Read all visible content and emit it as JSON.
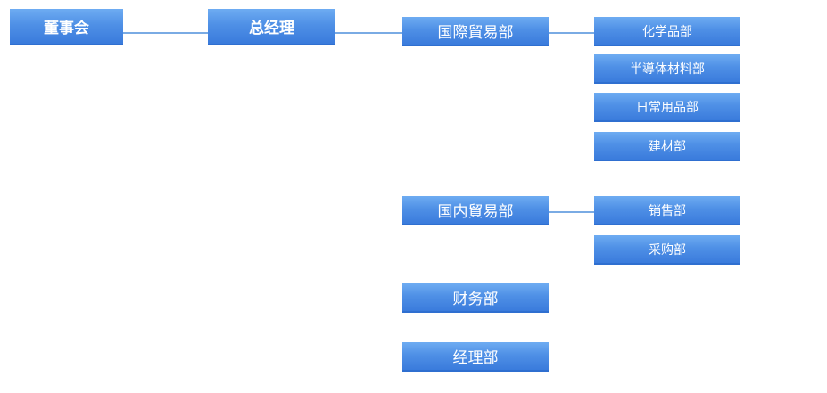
{
  "org_chart": {
    "board": "董事会",
    "general_manager": "总经理",
    "departments": [
      {
        "name": "国際貿易部",
        "subdepartments": [
          "化学品部",
          "半導体材料部",
          "日常用品部",
          "建材部"
        ]
      },
      {
        "name": "国内貿易部",
        "subdepartments": [
          "销售部",
          "采购部"
        ]
      },
      {
        "name": "财务部",
        "subdepartments": []
      },
      {
        "name": "经理部",
        "subdepartments": []
      }
    ]
  },
  "colors": {
    "box_gradient_top": "#6eacf2",
    "box_gradient_bottom": "#3a7bdc",
    "box_text": "#ffffff",
    "connector": "#4f8fdc",
    "background": "#ffffff"
  }
}
